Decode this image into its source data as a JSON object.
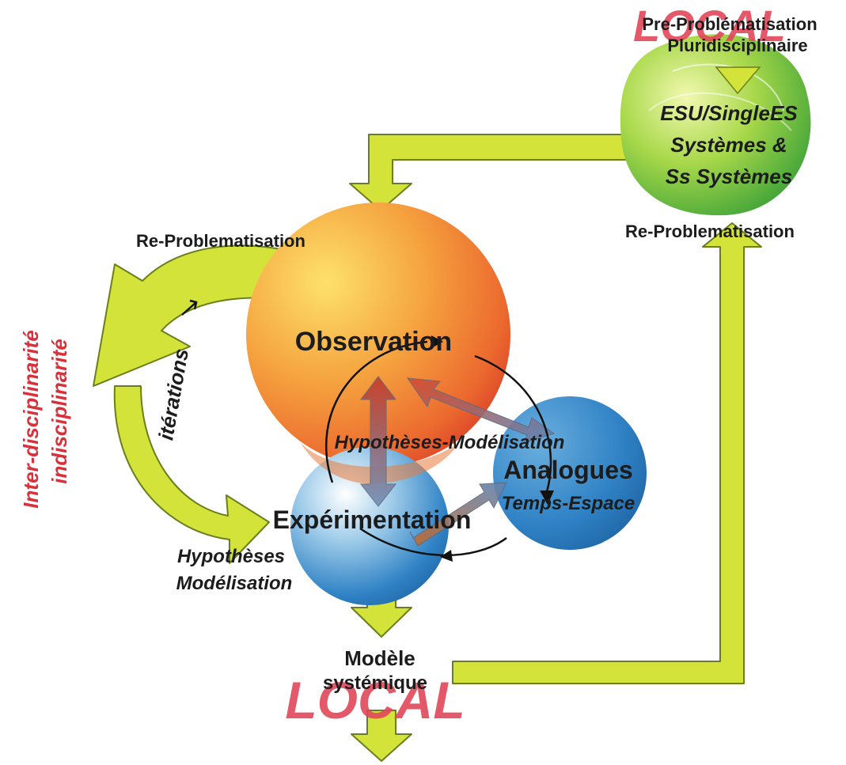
{
  "labels": {
    "local_top": "LOCAL",
    "pre_problematisation": "Pre-Problématisation",
    "pluridisciplinaire": "Pluridisciplinaire",
    "esu": "ESU/SingleES",
    "systemes": "Systèmes &",
    "ss_systemes": "Ss Systèmes",
    "reprob_right": "Re-Problematisation",
    "reprob_left": "Re-Problematisation",
    "inter": "Inter-disciplinarité",
    "indisciplinarite": "indisciplinarité",
    "iterations": "itérations",
    "observation": "Observation",
    "hypo_model": "Hypothèses-Modélisation",
    "analogues": "Analogues",
    "temps_espace": "Temps-Espace",
    "experimentation": "Expérimentation",
    "hypotheses": "Hypothèses",
    "modelisation": "Modélisation",
    "modele": "Modèle",
    "systemique": "systémique",
    "local_bottom": "LOCAL"
  },
  "colors": {
    "arrow_fill": "#d4e33a",
    "arrow_stroke": "#6a7f1c",
    "local_red": "#e0485a",
    "side_text_red": "#d9303a",
    "observation_orange": "#ef7a36",
    "blue_sphere": "#2c7fc1",
    "green_sphere": "#4cb535"
  }
}
